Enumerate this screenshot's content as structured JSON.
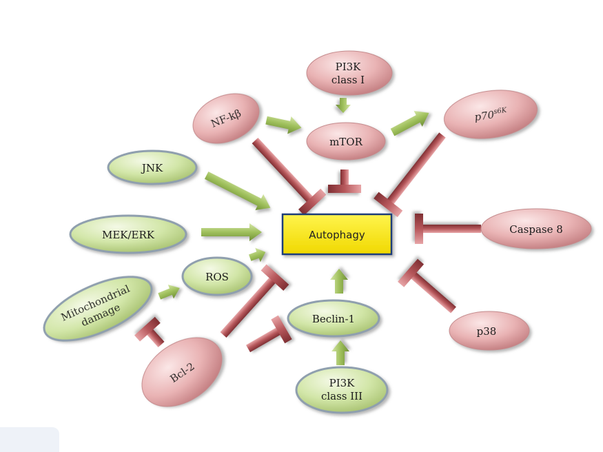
{
  "nodes": {
    "autophagy": "Autophagy",
    "pi3k_class_i": [
      "PI3K",
      "class I"
    ],
    "mtor": "mTOR",
    "nfkb": "NF-kβ",
    "p70s6k": {
      "base": "p70",
      "sup": "s6K"
    },
    "jnk": "JNK",
    "mek_erk": "MEK/ERK",
    "ros": "ROS",
    "mito": [
      "Mitochondrial",
      "damage"
    ],
    "caspase8": "Caspase 8",
    "p38": "p38",
    "beclin1": "Beclin-1",
    "bcl2": "Bcl-2",
    "pi3k_class_iii": [
      "PI3K",
      "class III"
    ]
  },
  "colors": {
    "pink_node": "#e8aeb0",
    "pink_node_light": "#f7dcdc",
    "green_node": "#c9df9c",
    "green_node_light": "#eef6dc",
    "autophagy_fill": "#f7e600",
    "activation_arrow": "#9cbc5a",
    "inhibition_bar": "#b34e52"
  }
}
